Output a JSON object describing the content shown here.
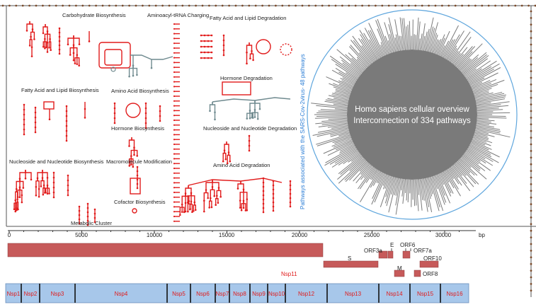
{
  "pathways": {
    "labels": [
      "Carbohydrate Biosynthesis",
      "Aminoacyl-tRNA Charging",
      "Fatty Acid and Lipid Degradation",
      "Fatty Acid and Lipid Biosynthesis",
      "Amino Acid Biosynthesis",
      "Hormone Degradation",
      "Hormone Biosynthesis",
      "Nucleoside and Nucleotide Degradation",
      "Nucleoside and Nucleotide Biosynthesis",
      "Macromolecule Modification",
      "Amino Acid Degradation",
      "Cofactor Biosynthesis",
      "Metabolic Cluster"
    ],
    "vertical_label": "Pathways associated with the SARS-Cov-2virus- 48 pathways"
  },
  "circle": {
    "line1": "Homo sapiens cellular overview",
    "line2": "Interconnection of 334 pathways"
  },
  "genome_axis": {
    "ticks": [
      "0",
      "5000",
      "10000",
      "15000",
      "20000",
      "25000",
      "30000"
    ],
    "unit": "bp"
  },
  "genes": [
    "E",
    "ORF6",
    "ORF3a",
    "ORF7a",
    "ORF10",
    "S",
    "M",
    "ORF8"
  ],
  "nsp_label": "Nsp11",
  "nsps": [
    "Nsp1",
    "Nsp2",
    "Nsp3",
    "Nsp4",
    "Nsp5",
    "Nsp6",
    "Nsp7",
    "Nsp8",
    "Nsp9",
    "Nsp10",
    "Nsp12",
    "Nsp13",
    "Nsp14",
    "Nsp15",
    "Nsp16"
  ],
  "colors": {
    "pathway_red": "#e11b1b",
    "pathway_gray": "#6f8a8f",
    "circle_gray": "#7a7a7a",
    "circle_blue": "#5fa6dd",
    "gene_red": "#c65a5a",
    "nsp_blue": "#a7c7ea",
    "nsp_text": "#e01b1b",
    "label_blue": "#2e7fd6"
  }
}
